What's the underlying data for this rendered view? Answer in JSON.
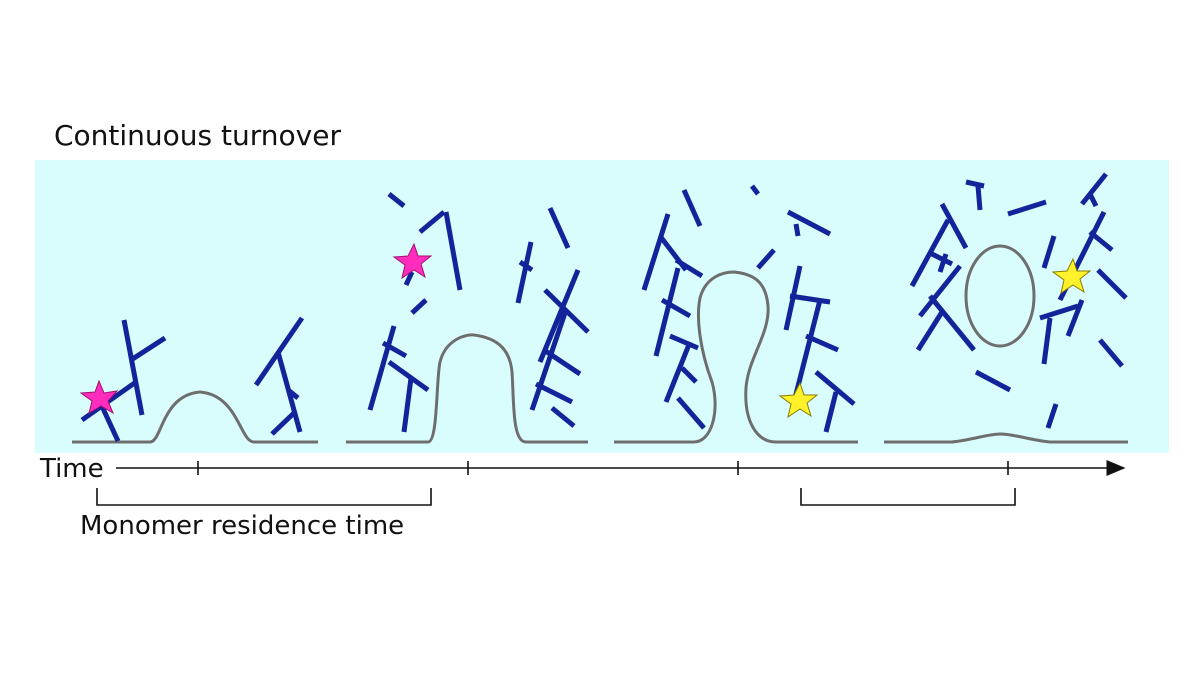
{
  "title": "Continuous turnover",
  "time_label": "Time",
  "residence_label": "Monomer residence time",
  "colors": {
    "background_panel": "#d9fdfd",
    "filament": "#13249a",
    "membrane": "#6e6e6e",
    "star_old": "#ff2cbd",
    "star_new": "#fff22a"
  },
  "stages": [
    {
      "id": 1,
      "protrusion": "small-bump",
      "marker": "magenta-star"
    },
    {
      "id": 2,
      "protrusion": "medium-finger",
      "marker": "magenta-star"
    },
    {
      "id": 3,
      "protrusion": "tall-necked-finger",
      "marker": "yellow-star"
    },
    {
      "id": 4,
      "protrusion": "detached-vesicle",
      "marker": "yellow-star"
    }
  ]
}
